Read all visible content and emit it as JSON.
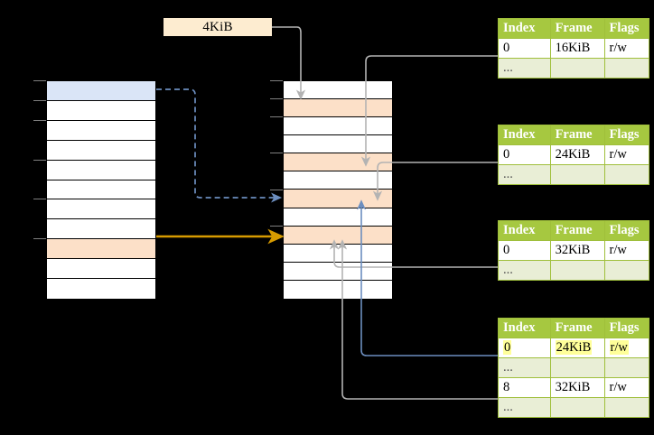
{
  "diagram": {
    "title_label": "4KiB",
    "colors": {
      "table_header_green": "#a6c840",
      "table_border_green": "#9fbf3b",
      "table_dots_row": "#e9eed6",
      "highlight_yellow": "#ffff99",
      "blue_row": "#dae5f7",
      "peach_row": "#fce0c8",
      "blue_arrow": "#6c8ebf",
      "orange_arrow": "#d79b00",
      "gray_wire": "#b3b3b3"
    }
  },
  "left_column": {
    "name": "virtual-address-space-left",
    "rows": [
      {
        "index": 0,
        "fill": "blue",
        "label": ""
      },
      {
        "index": 1,
        "fill": "white",
        "label": ""
      },
      {
        "index": 2,
        "fill": "white",
        "label": ""
      },
      {
        "index": 3,
        "fill": "white",
        "label": ""
      },
      {
        "index": 4,
        "fill": "white",
        "label": ""
      },
      {
        "index": 5,
        "fill": "white",
        "label": ""
      },
      {
        "index": 6,
        "fill": "white",
        "label": ""
      },
      {
        "index": 7,
        "fill": "white",
        "label": ""
      },
      {
        "index": 8,
        "fill": "peach",
        "label": ""
      },
      {
        "index": 9,
        "fill": "white",
        "label": ""
      },
      {
        "index": 10,
        "fill": "white",
        "label": ""
      }
    ]
  },
  "middle_column": {
    "name": "physical-memory-middle",
    "rows": [
      {
        "index": 0,
        "fill": "white",
        "label": ""
      },
      {
        "index": 1,
        "fill": "peach",
        "label": ""
      },
      {
        "index": 2,
        "fill": "white",
        "label": ""
      },
      {
        "index": 3,
        "fill": "white",
        "label": ""
      },
      {
        "index": 4,
        "fill": "peach",
        "label": ""
      },
      {
        "index": 5,
        "fill": "white",
        "label": ""
      },
      {
        "index": 6,
        "fill": "peach",
        "label": ""
      },
      {
        "index": 7,
        "fill": "white",
        "label": ""
      },
      {
        "index": 8,
        "fill": "peach",
        "label": ""
      },
      {
        "index": 9,
        "fill": "white",
        "label": ""
      },
      {
        "index": 10,
        "fill": "white",
        "label": ""
      },
      {
        "index": 11,
        "fill": "white",
        "label": ""
      }
    ]
  },
  "tables": [
    {
      "name": "page-table-level-1",
      "headers": [
        "Index",
        "Frame",
        "Flags"
      ],
      "rows": [
        {
          "cells": [
            "0",
            "16KiB",
            "r/w"
          ],
          "style": "normal",
          "highlight": [
            false,
            false,
            false
          ]
        },
        {
          "cells": [
            "...",
            "",
            ""
          ],
          "style": "dots",
          "highlight": [
            false,
            false,
            false
          ]
        }
      ]
    },
    {
      "name": "page-table-level-2",
      "headers": [
        "Index",
        "Frame",
        "Flags"
      ],
      "rows": [
        {
          "cells": [
            "0",
            "24KiB",
            "r/w"
          ],
          "style": "normal",
          "highlight": [
            false,
            false,
            false
          ]
        },
        {
          "cells": [
            "...",
            "",
            ""
          ],
          "style": "dots",
          "highlight": [
            false,
            false,
            false
          ]
        }
      ]
    },
    {
      "name": "page-table-level-3",
      "headers": [
        "Index",
        "Frame",
        "Flags"
      ],
      "rows": [
        {
          "cells": [
            "0",
            "32KiB",
            "r/w"
          ],
          "style": "normal",
          "highlight": [
            false,
            false,
            false
          ]
        },
        {
          "cells": [
            "...",
            "",
            ""
          ],
          "style": "dots",
          "highlight": [
            false,
            false,
            false
          ]
        }
      ]
    },
    {
      "name": "page-table-level-4",
      "headers": [
        "Index",
        "Frame",
        "Flags"
      ],
      "rows": [
        {
          "cells": [
            "0",
            "24KiB",
            "r/w"
          ],
          "style": "normal",
          "highlight": [
            true,
            true,
            true
          ]
        },
        {
          "cells": [
            "...",
            "",
            ""
          ],
          "style": "dots",
          "highlight": [
            false,
            false,
            false
          ]
        },
        {
          "cells": [
            "8",
            "32KiB",
            "r/w"
          ],
          "style": "normal",
          "highlight": [
            false,
            false,
            false
          ]
        },
        {
          "cells": [
            "...",
            "",
            ""
          ],
          "style": "dots",
          "highlight": [
            false,
            false,
            false
          ]
        }
      ]
    }
  ]
}
